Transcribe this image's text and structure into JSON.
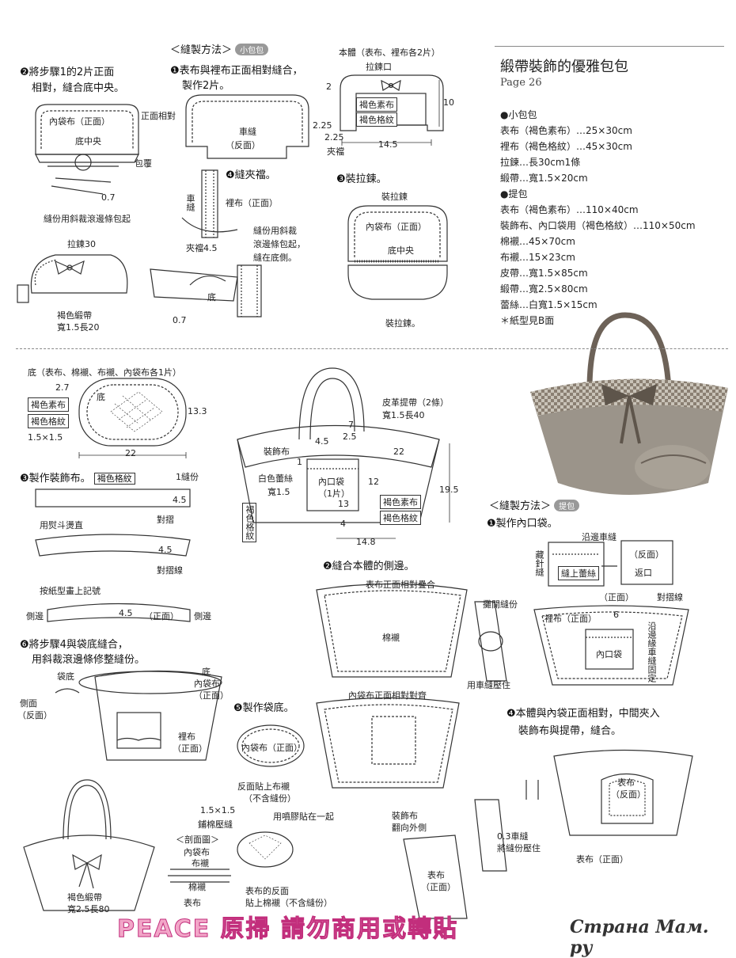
{
  "header": {
    "method_label": "＜縫製方法＞",
    "small_bag_tag": "小包包",
    "tote_tag": "提包",
    "method_label2": "＜縫製方法＞"
  },
  "right_panel": {
    "title": "緞帶裝飾的優雅包包",
    "page": "Page 26",
    "materials": [
      "●小包包",
      "表布（褐色素布）…25×30cm",
      "裡布（褐色格紋）…45×30cm",
      "拉鍊…長30cm1條",
      "緞帶…寬1.5×20cm",
      "●提包",
      "表布（褐色素布）…110×40cm",
      "裝飾布、內口袋用（褐色格紋）…110×50cm",
      "棉襯…45×70cm",
      "布襯…15×23cm",
      "皮帶…寬1.5×85cm",
      "緞帶…寬2.5×80cm",
      "蕾絲…白寬1.5×15cm",
      "＊紙型見B面"
    ]
  },
  "small_bag": {
    "step1": "❶表布與裡布正面相對縫合，",
    "step1b": "製作2片。",
    "stitch": "車縫",
    "reverse": "（反面）",
    "step2": "❷將步驟1的2片正面",
    "step2b": "相對，縫合底中央。",
    "inner_front": "內袋布（正面）",
    "front_facing": "正面相對",
    "bottom_center": "底中央",
    "wrap": "包覆",
    "m07": "0.7",
    "bias_note": "縫份用斜裁滾邊條包起",
    "zipper30": "拉鍊30",
    "ribbon_note": "褐色緞帶",
    "ribbon_size": "寬1.5長20",
    "step4": "❹縫夾襠。",
    "stitch_v": "車縫",
    "lining_front": "裡布（正面）",
    "gusset": "夾襠4.5",
    "bias_note2a": "縫份用斜裁",
    "bias_note2b": "滾邊條包起，",
    "bias_note2c": "縫在底側。",
    "bottom": "底",
    "m07b": "0.7",
    "body_label": "本體（表布、裡布各2片）",
    "zip_mouth": "拉鍊口",
    "brown_plain": "褐色素布",
    "brown_check": "褐色格紋",
    "d2": "2",
    "d10": "10",
    "d225": "2.25",
    "d225b": "2.25",
    "gusset_v": "夾襠",
    "d145": "14.5",
    "step3": "❸裝拉鍊。",
    "attach_zip": "裝拉鍊",
    "inner_front2": "內袋布（正面）",
    "bottom_center2": "底中央",
    "attach_zip2": "裝拉鍊。"
  },
  "tote": {
    "bottom_label": "底（表布、棉襯、布襯、內袋布各1片）",
    "d27": "2.7",
    "bottom": "底",
    "brown_plain": "褐色素布",
    "brown_check": "褐色格紋",
    "d1515": "1.5×1.5",
    "d133": "13.3",
    "d22": "22",
    "strap_label": "皮革提帶（2條）",
    "strap_size": "寬1.5長40",
    "d7": "7",
    "d25": "2.5",
    "d45": "4.5",
    "deco": "裝飾布",
    "d22b": "22",
    "d1": "1",
    "lace": "白色蕾絲",
    "lace_w": "寬1.5",
    "pocket": "內口袋",
    "pocket_n": "（1片）",
    "d12": "12",
    "d13": "13",
    "d4": "4",
    "d195": "19.5",
    "brown_check_v": "褐色格紋",
    "brown_plain2": "褐色素布",
    "brown_check2": "褐色格紋",
    "d148": "14.8",
    "step3": "❸製作裝飾布。",
    "step3_fabric": "褐色格紋",
    "seam1": "1縫份",
    "d45b": "4.5",
    "fold": "對摺",
    "iron": "用熨斗燙直",
    "d45c": "4.5",
    "fold_line": "對摺線",
    "mark": "按紙型畫上記號",
    "side": "側邊",
    "d45d": "4.5",
    "front": "（正面）",
    "side2": "側邊",
    "step2": "❷縫合本體的側邊。",
    "outer_facing": "表布正面相對疊合",
    "batting": "棉襯",
    "open_seam": "攤開縫份",
    "press_stitch": "用車縫壓住",
    "step6": "❻將步驟4與袋底縫合，",
    "step6b": "用斜裁滾邊條修整縫份。",
    "bag_bottom": "袋底",
    "bottom2": "底",
    "inner_bag": "內袋布",
    "inner_front": "（正面）",
    "side_rev": "側面",
    "side_rev2": "（反面）",
    "lining": "裡布",
    "lining_front": "（正面）",
    "ribbon": "褐色緞帶",
    "ribbon_size": "寬2.5長80",
    "step5": "❺製作袋底。",
    "inner_bag_front": "內袋布（正面）",
    "rev_batting": "反面貼上布襯",
    "no_seam": "（不含縫份）",
    "d1515b": "1.5×1.5",
    "quilt": "鋪棉壓縫",
    "glue": "用噴膠貼在一起",
    "section": "＜剖面圖＞",
    "inner_bag2": "內袋布",
    "cloth_interf": "布襯",
    "batting2": "棉襯",
    "outer": "表布",
    "outer_rev": "表布的反面",
    "stick_batting": "貼上棉襯（不含縫份）",
    "inner_aligned": "內袋布正面相對對齊",
    "deco_out": "裝飾布",
    "deco_out2": "翻向外側",
    "outer_front": "表布",
    "outer_front2": "（正面）",
    "step1": "❶製作內口袋。",
    "along_edge": "沿邊車縫",
    "hide_stitch": "藏針縫",
    "lace_stitch": "縫上蕾絲",
    "front_p": "（正面）",
    "rev_p": "（反面）",
    "return": "返口",
    "fold_line2": "對摺線",
    "lining_front2": "裡布（正面）",
    "d6": "6",
    "inner_pocket": "內口袋",
    "edge_fix": "沿邊緣車縫固定",
    "step4": "❹本體與內袋正面相對，中間夾入",
    "step4b": "裝飾布與提帶，縫合。",
    "outer_rev2": "表布",
    "outer_rev3": "（反面）",
    "stitch03": "0.3車縫",
    "press_seam": "將縫份壓住",
    "outer_front3": "表布（正面）"
  },
  "footer": {
    "watermark": "PEACE  原掃    請勿商用或轉貼",
    "site": "Страна Мам",
    "site_tld": ". ру"
  }
}
